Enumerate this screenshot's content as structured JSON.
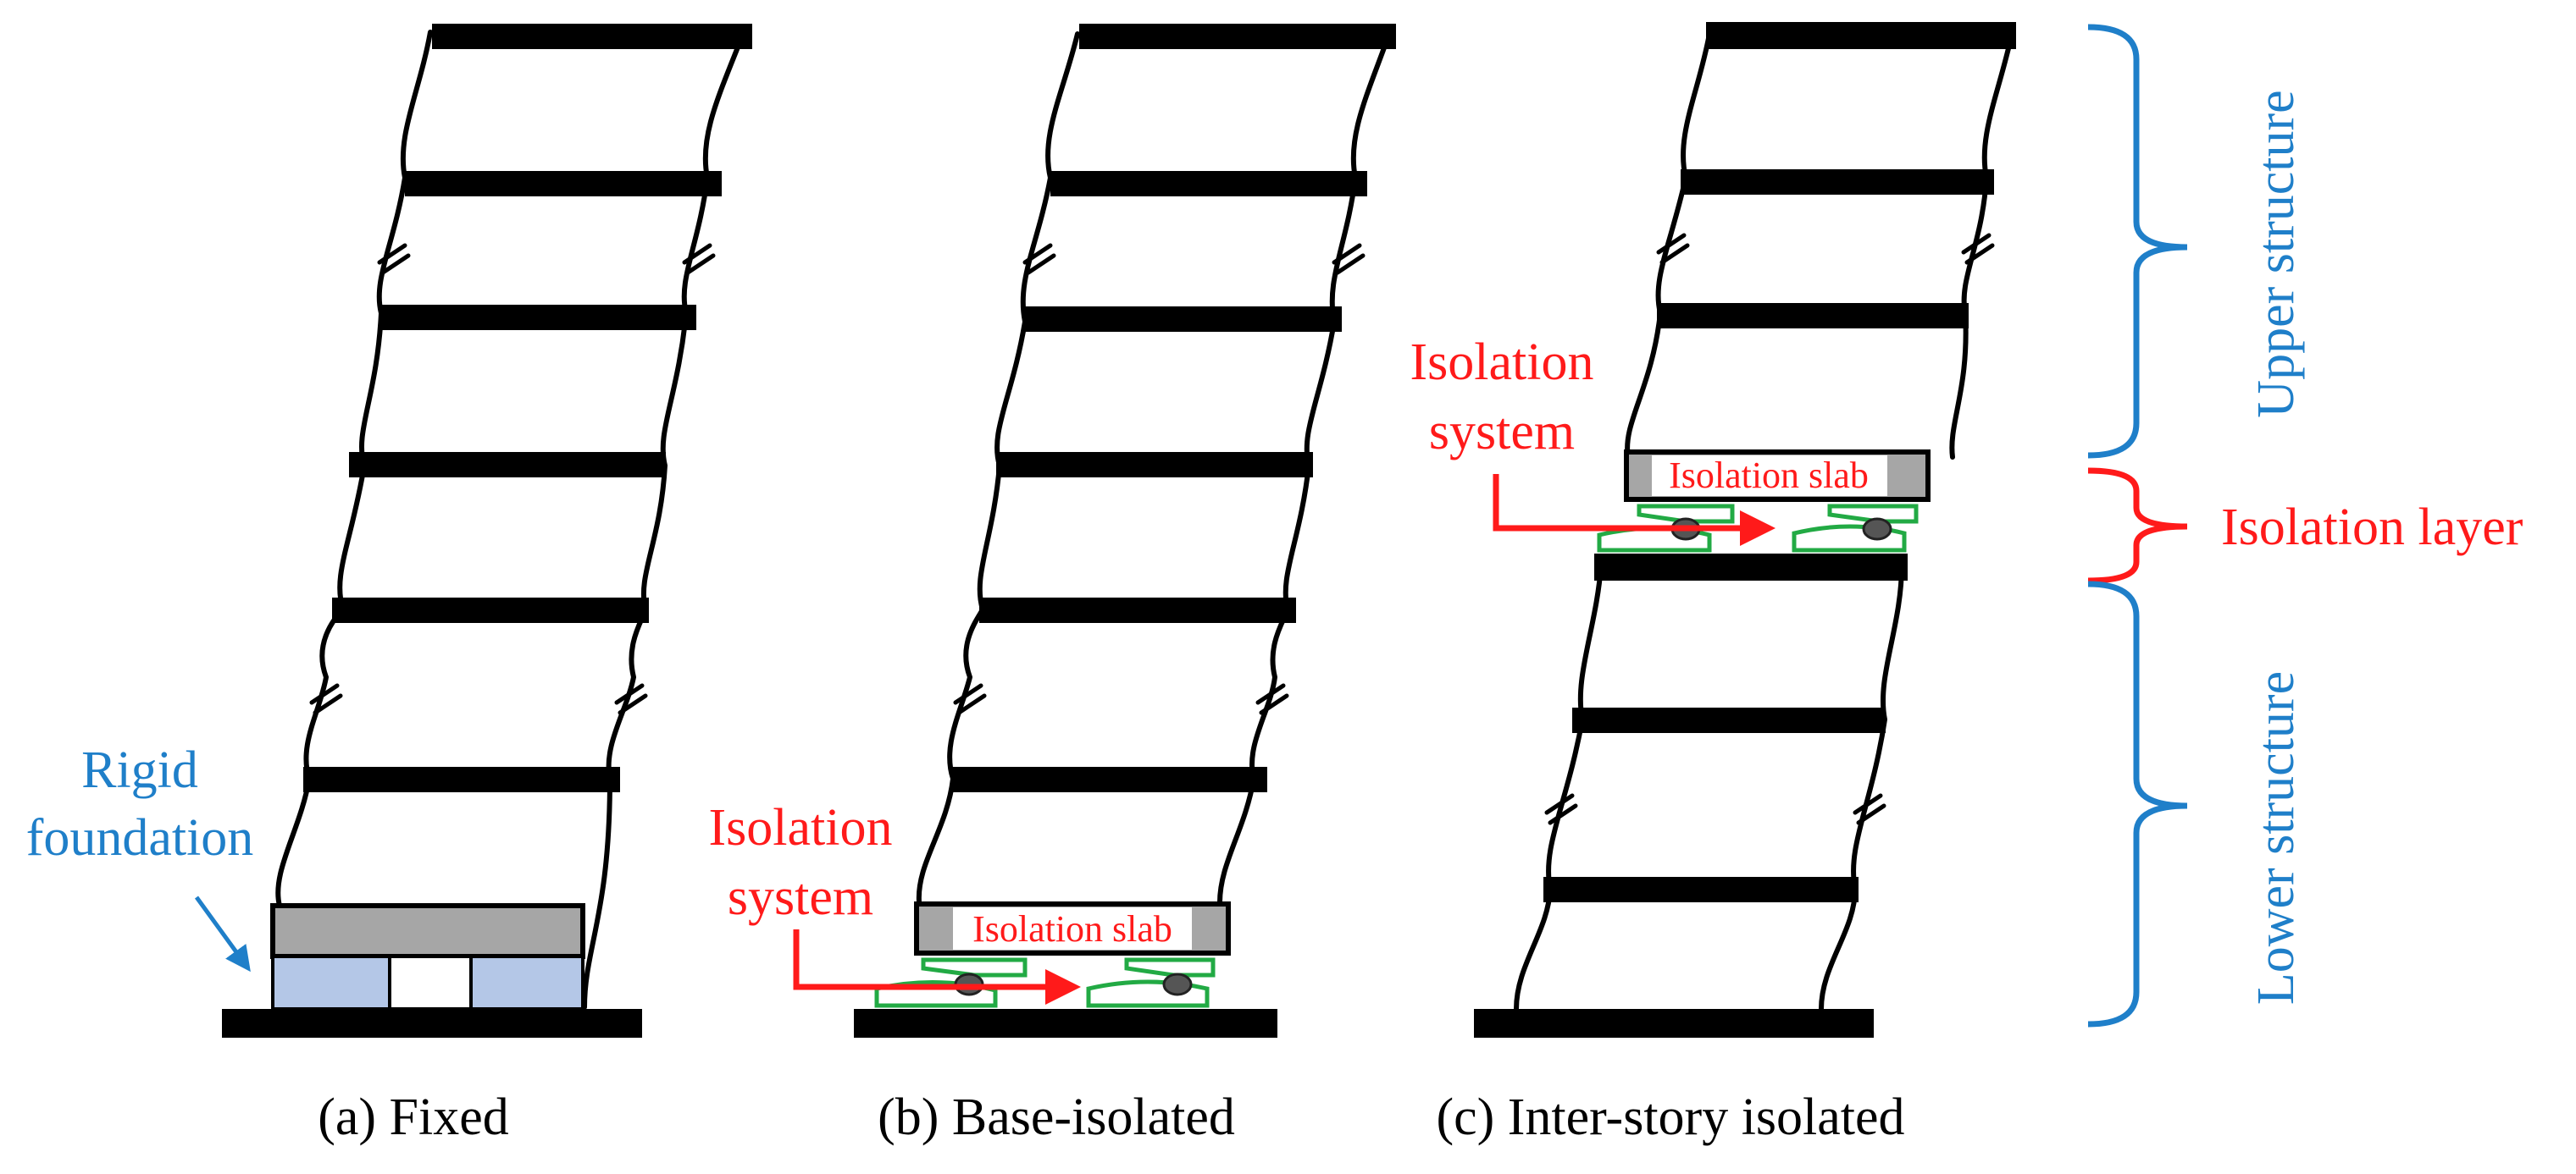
{
  "panels": [
    {
      "id": "a",
      "caption": "(a) Fixed"
    },
    {
      "id": "b",
      "caption": "(b) Base-isolated"
    },
    {
      "id": "c",
      "caption": "(c) Inter-story isolated"
    }
  ],
  "labels": {
    "rigid_foundation_1": "Rigid",
    "rigid_foundation_2": "foundation",
    "isolation_system_1": "Isolation",
    "isolation_system_2": "system",
    "isolation_slab": "Isolation slab",
    "upper_structure": "Upper structure",
    "isolation_layer": "Isolation layer",
    "lower_structure": "Lower structure"
  },
  "colors": {
    "blue_label": "#1f7fc9",
    "red_label": "#ff1a1a",
    "slab_grey": "#a6a6a6",
    "foundation_block": "#b4c7e7",
    "bearing_green": "#22aa44",
    "bearing_ball": "#555555"
  }
}
